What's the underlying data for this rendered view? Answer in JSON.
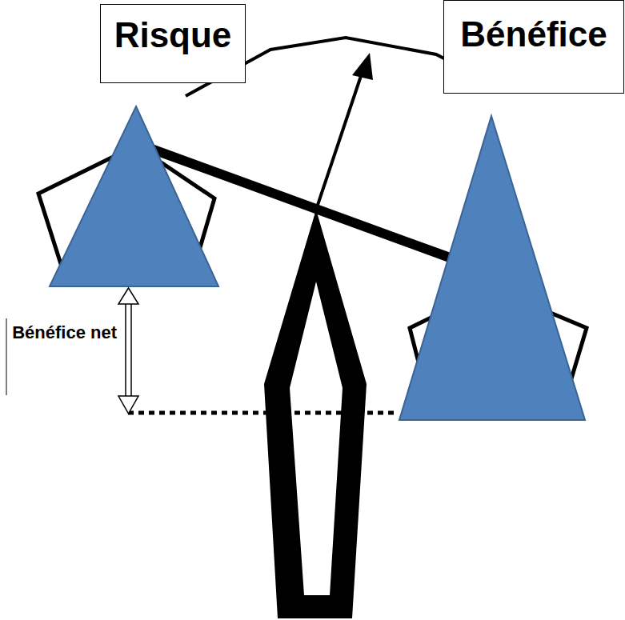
{
  "diagram": {
    "nodes": [
      {
        "text": [
          "Risque"
        ]
      },
      {
        "text": [
          "Bénéfice"
        ]
      }
    ],
    "labels": [
      "Bénéfice net"
    ]
  }
}
